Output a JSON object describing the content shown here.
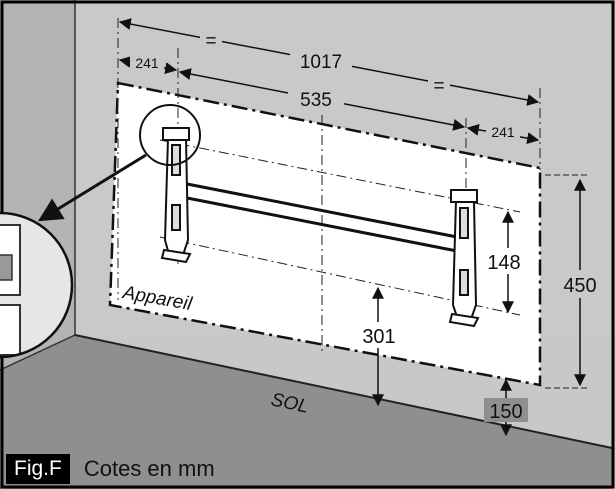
{
  "figure": {
    "label": "Fig.F",
    "caption": "Cotes en mm"
  },
  "labels": {
    "device": "Appareil",
    "floor": "SOL"
  },
  "dimensions": {
    "total_width": "1017",
    "equal_left": "=",
    "equal_right": "=",
    "offset_left": "241",
    "offset_right": "241",
    "bracket_spacing": "535",
    "bracket_height": "148",
    "device_height": "450",
    "bracket_floor_clearance": "301",
    "floor_clearance": "150"
  },
  "colors": {
    "wall": "#c8c8c8",
    "side_wall": "#b4b4b4",
    "floor": "#8f8f8f",
    "device": "#ffffff",
    "lines": "#111111"
  }
}
